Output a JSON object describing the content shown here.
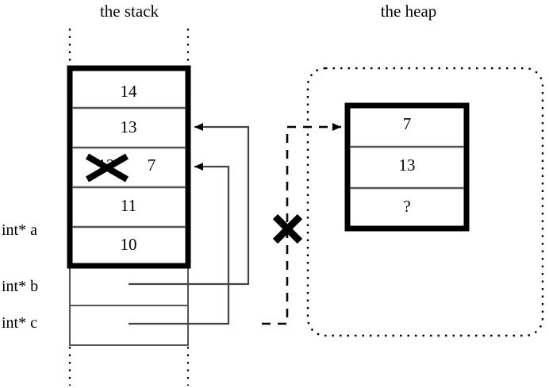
{
  "diagram": {
    "title_stack": "the stack",
    "title_heap": "the heap",
    "stack": {
      "region_label": "the stack",
      "frame_cells": [
        {
          "value": "14",
          "name": "stack-cell-14"
        },
        {
          "value": "13",
          "name": "stack-cell-13"
        },
        {
          "value": "12",
          "replacement": "7",
          "struck": true,
          "name": "stack-cell-12-struck"
        },
        {
          "value": "11",
          "name": "stack-cell-11"
        },
        {
          "value": "10",
          "name": "stack-cell-10"
        }
      ],
      "pointer_rows": [
        {
          "label": "int* a",
          "name": "pointer-row-a"
        },
        {
          "label": "int* b",
          "name": "pointer-row-b"
        },
        {
          "label": "int* c",
          "name": "pointer-row-c"
        }
      ]
    },
    "heap": {
      "region_label": "the heap",
      "cells": [
        {
          "value": "7",
          "name": "heap-cell-7"
        },
        {
          "value": "13",
          "name": "heap-cell-13"
        },
        {
          "value": "?",
          "name": "heap-cell-unknown"
        }
      ]
    },
    "marks": {
      "strike_over_value": "12",
      "new_value": "7",
      "invalidated_pointer": "int* c",
      "cross_icon": "x-cross-icon"
    },
    "colors": {
      "ink": "#000000",
      "background": "#ffffff",
      "thin_rule": "#555555"
    }
  }
}
